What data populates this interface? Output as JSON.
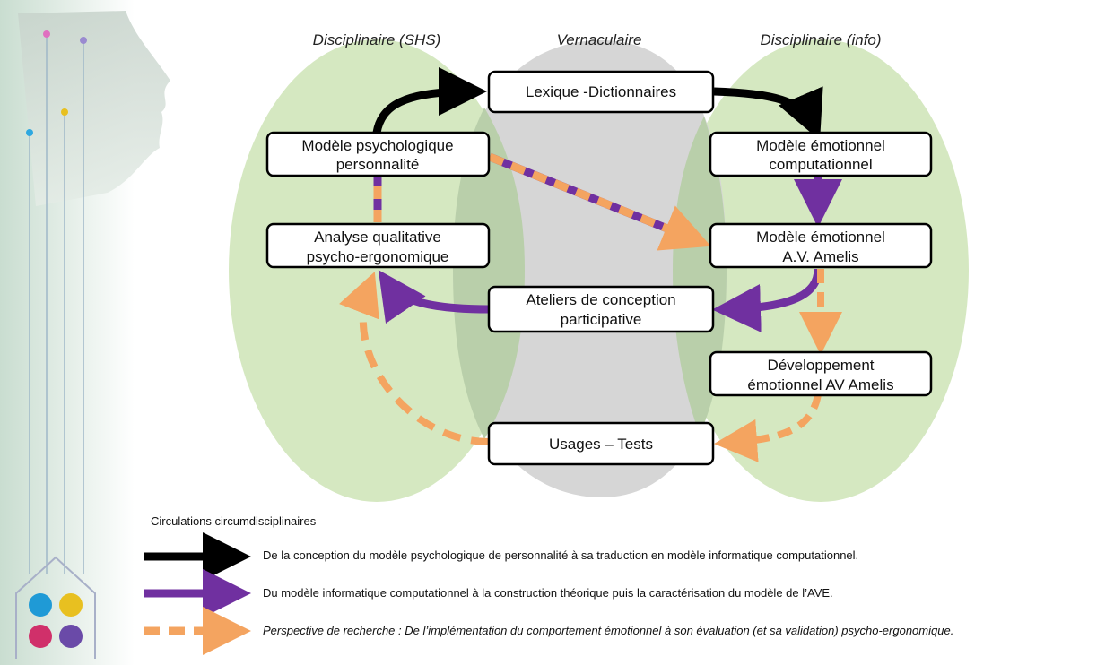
{
  "columns": {
    "left": "Disciplinaire (SHS)",
    "center": "Vernaculaire",
    "right": "Disciplinaire (info)"
  },
  "boxes": {
    "lexique": [
      "Lexique -Dictionnaires"
    ],
    "modele_psy": [
      "Modèle psychologique",
      "personnalité"
    ],
    "analyse": [
      "Analyse qualitative",
      "psycho-ergonomique"
    ],
    "ateliers": [
      "Ateliers de conception",
      "participative"
    ],
    "usages": [
      "Usages – Tests"
    ],
    "modele_comp": [
      "Modèle émotionnel",
      "computationnel"
    ],
    "modele_amelis": [
      "Modèle émotionnel",
      "A.V. Amelis"
    ],
    "developpement": [
      "Développement",
      "émotionnel  AV Amelis"
    ]
  },
  "legend": {
    "title": "Circulations circumdisciplinaires",
    "items": [
      {
        "style": "black",
        "color": "#000000",
        "text": "De la conception du modèle psychologique de personnalité à sa traduction en modèle informatique computationnel."
      },
      {
        "style": "purple",
        "color": "#7030a0",
        "text": "Du modèle informatique computationnel à la construction théorique puis la caractérisation du modèle de l’AVE."
      },
      {
        "style": "orange-dashed",
        "color": "#f4a460",
        "text": "Perspective de recherche : De l’implémentation du comportement émotionnel à son évaluation (et sa validation) psycho-ergonomique."
      }
    ]
  },
  "colors": {
    "green_ellipse": "#d5e8c1",
    "grey_ellipse": "#d6d6d6",
    "black_arrow": "#000000",
    "purple_arrow": "#7030a0",
    "orange_arrow": "#f4a460"
  }
}
